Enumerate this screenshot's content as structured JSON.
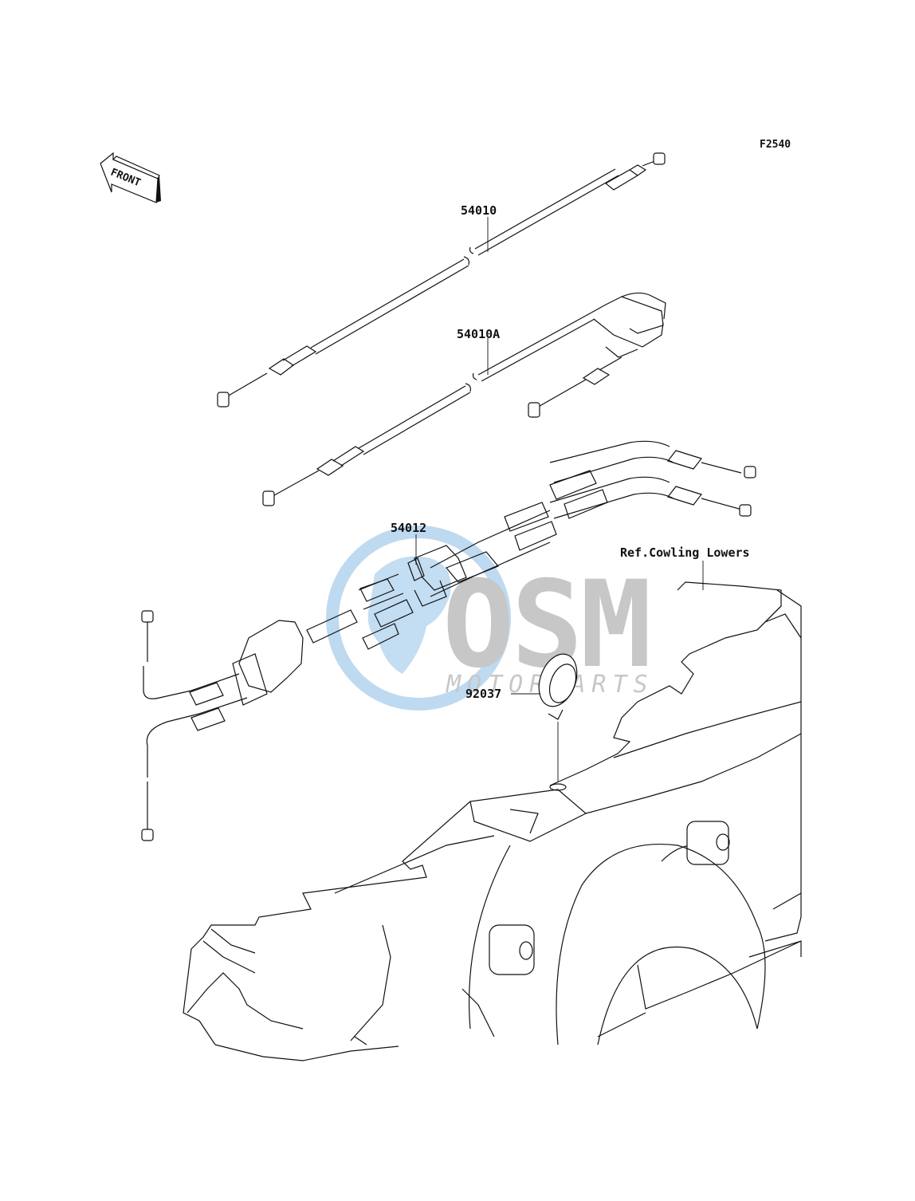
{
  "figure_code": "F2540",
  "front_label": "FRONT",
  "watermark": {
    "brand": "OSM",
    "sub": "MOTORPARTS",
    "color_blue": "#3a8fd6",
    "color_grey": "#9a9a9a"
  },
  "parts": [
    {
      "number": "54010"
    },
    {
      "number": "54010A"
    },
    {
      "number": "54012"
    },
    {
      "number": "92037"
    }
  ],
  "reference": "Ref.Cowling Lowers"
}
